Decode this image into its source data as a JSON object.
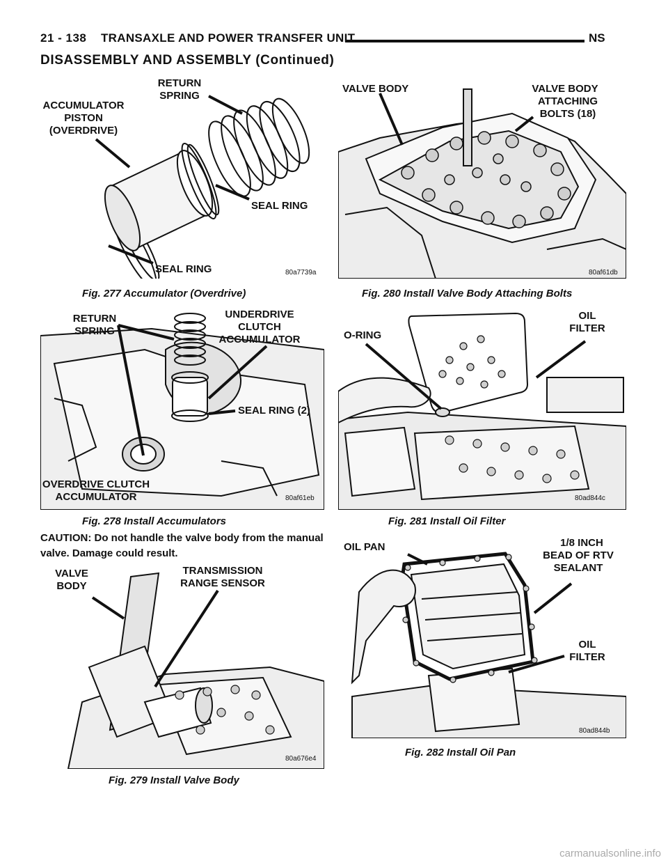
{
  "header": {
    "page_number": "21 - 138",
    "title": "TRANSAXLE AND POWER TRANSFER UNIT",
    "code": "NS"
  },
  "section_title": "DISASSEMBLY AND ASSEMBLY (Continued)",
  "caution": "CAUTION: Do not handle the valve body from the manual valve. Damage could result.",
  "figures": {
    "fig277": {
      "caption": "Fig. 277 Accumulator (Overdrive)",
      "code": "80a7739a",
      "labels": {
        "piston_1": "ACCUMULATOR",
        "piston_2": "PISTON",
        "piston_3": "(OVERDRIVE)",
        "spring_1": "RETURN",
        "spring_2": "SPRING",
        "seal_right": "SEAL RING",
        "seal_bottom": "SEAL RING"
      }
    },
    "fig278": {
      "caption": "Fig. 278 Install Accumulators",
      "code": "80af61eb",
      "labels": {
        "spring_1": "RETURN",
        "spring_2": "SPRING",
        "ud_1": "UNDERDRIVE",
        "ud_2": "CLUTCH",
        "ud_3": "ACCUMULATOR",
        "seal": "SEAL RING (2)",
        "od_1": "OVERDRIVE CLUTCH",
        "od_2": "ACCUMULATOR"
      }
    },
    "fig279": {
      "caption": "Fig. 279 Install Valve Body",
      "code": "80a676e4",
      "labels": {
        "vb_1": "VALVE",
        "vb_2": "BODY",
        "trs_1": "TRANSMISSION",
        "trs_2": "RANGE SENSOR"
      }
    },
    "fig280": {
      "caption": "Fig. 280 Install Valve Body Attaching Bolts",
      "code": "80af61db",
      "labels": {
        "vb": "VALVE BODY",
        "bolts_1": "VALVE BODY",
        "bolts_2": "ATTACHING",
        "bolts_3": "BOLTS (18)"
      }
    },
    "fig281": {
      "caption": "Fig. 281 Install Oil Filter",
      "code": "80ad844c",
      "labels": {
        "oring": "O-RING",
        "filter_1": "OIL",
        "filter_2": "FILTER"
      }
    },
    "fig282": {
      "caption": "Fig. 282 Install Oil Pan",
      "code": "80ad844b",
      "labels": {
        "pan": "OIL PAN",
        "rtv_1": "1/8 INCH",
        "rtv_2": "BEAD OF RTV",
        "rtv_3": "SEALANT",
        "filter_1": "OIL",
        "filter_2": "FILTER"
      }
    }
  },
  "watermark": "carmanualsonline.info"
}
